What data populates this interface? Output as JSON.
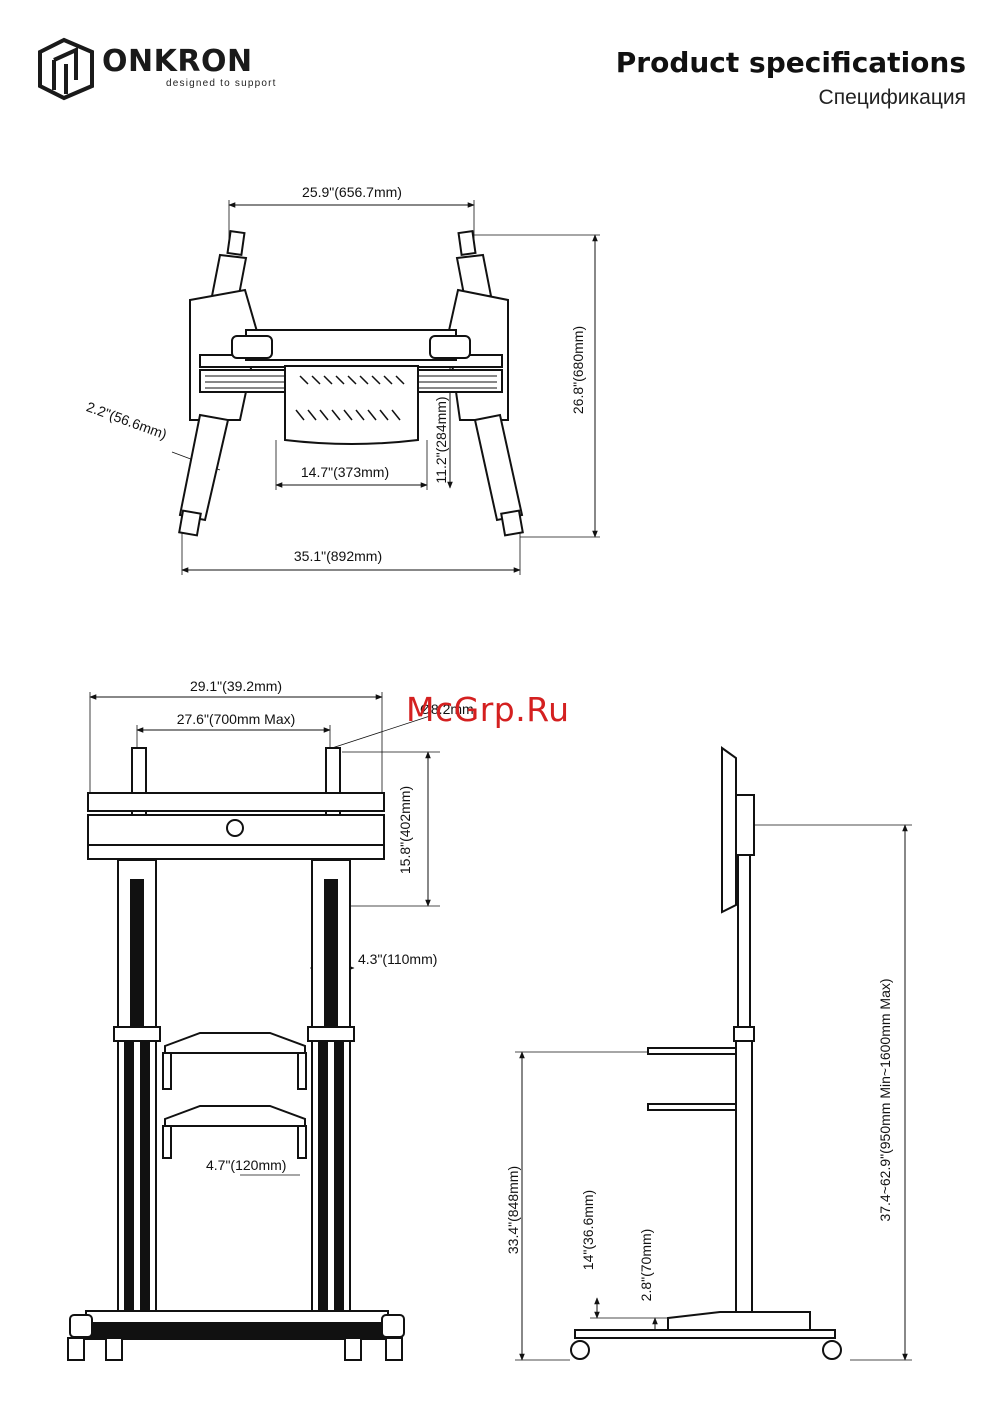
{
  "header": {
    "brand": "ONKRON",
    "tagline": "designed to support",
    "title": "Product specifications",
    "subtitle": "Спецификация"
  },
  "watermark": "McGrp.Ru",
  "top_view": {
    "dim_width_top": "25.9\"(656.7mm)",
    "dim_height": "26.8\"(680mm)",
    "dim_leg": "2.2\"(56.6mm)",
    "dim_shelf_width": "14.7\"(373mm)",
    "dim_shelf_depth": "11.2\"(284mm)",
    "dim_base_width": "35.1\"(892mm)"
  },
  "front_view": {
    "dim_overall_width": "29.1\"(39.2mm)",
    "dim_vesa_max": "27.6\"(700mm Max)",
    "dim_hole": "Ø8.2mm",
    "dim_vesa_height": "15.8\"(402mm)",
    "dim_column": "4.3\"(110mm)",
    "dim_shelf_gap": "4.7\"(120mm)"
  },
  "side_view": {
    "dim_shelf_height": "33.4\"(848mm)",
    "dim_lower_shelf": "14\"(36.6mm)",
    "dim_base": "2.8\"(70mm)",
    "dim_total_height": "37.4~62.9\"(950mm Min~1600mm Max)"
  }
}
